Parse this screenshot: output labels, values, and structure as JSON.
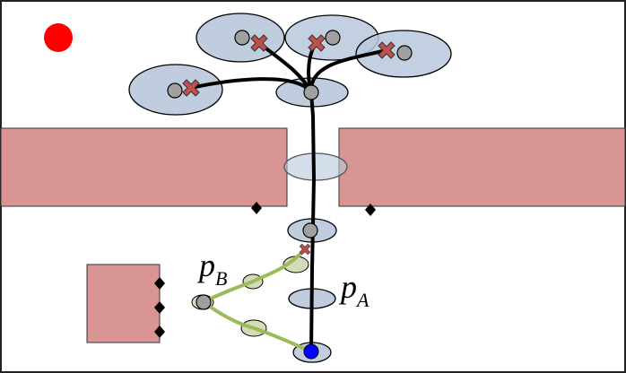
{
  "labels": {
    "pB": {
      "base": "p",
      "sub": "B"
    },
    "pA": {
      "base": "p",
      "sub": "A"
    }
  },
  "colors": {
    "obstacle": "#d99594",
    "uncertainty_ellipse": "#b8c8dc",
    "path_b_ellipse": "#d2dcb8",
    "path_a": "#000000",
    "path_b": "#9bbb59",
    "goal_marker": "#ff0000",
    "start_marker": "#0000ff",
    "failure_x": "#c0504d",
    "node": "#a0a0a0"
  }
}
